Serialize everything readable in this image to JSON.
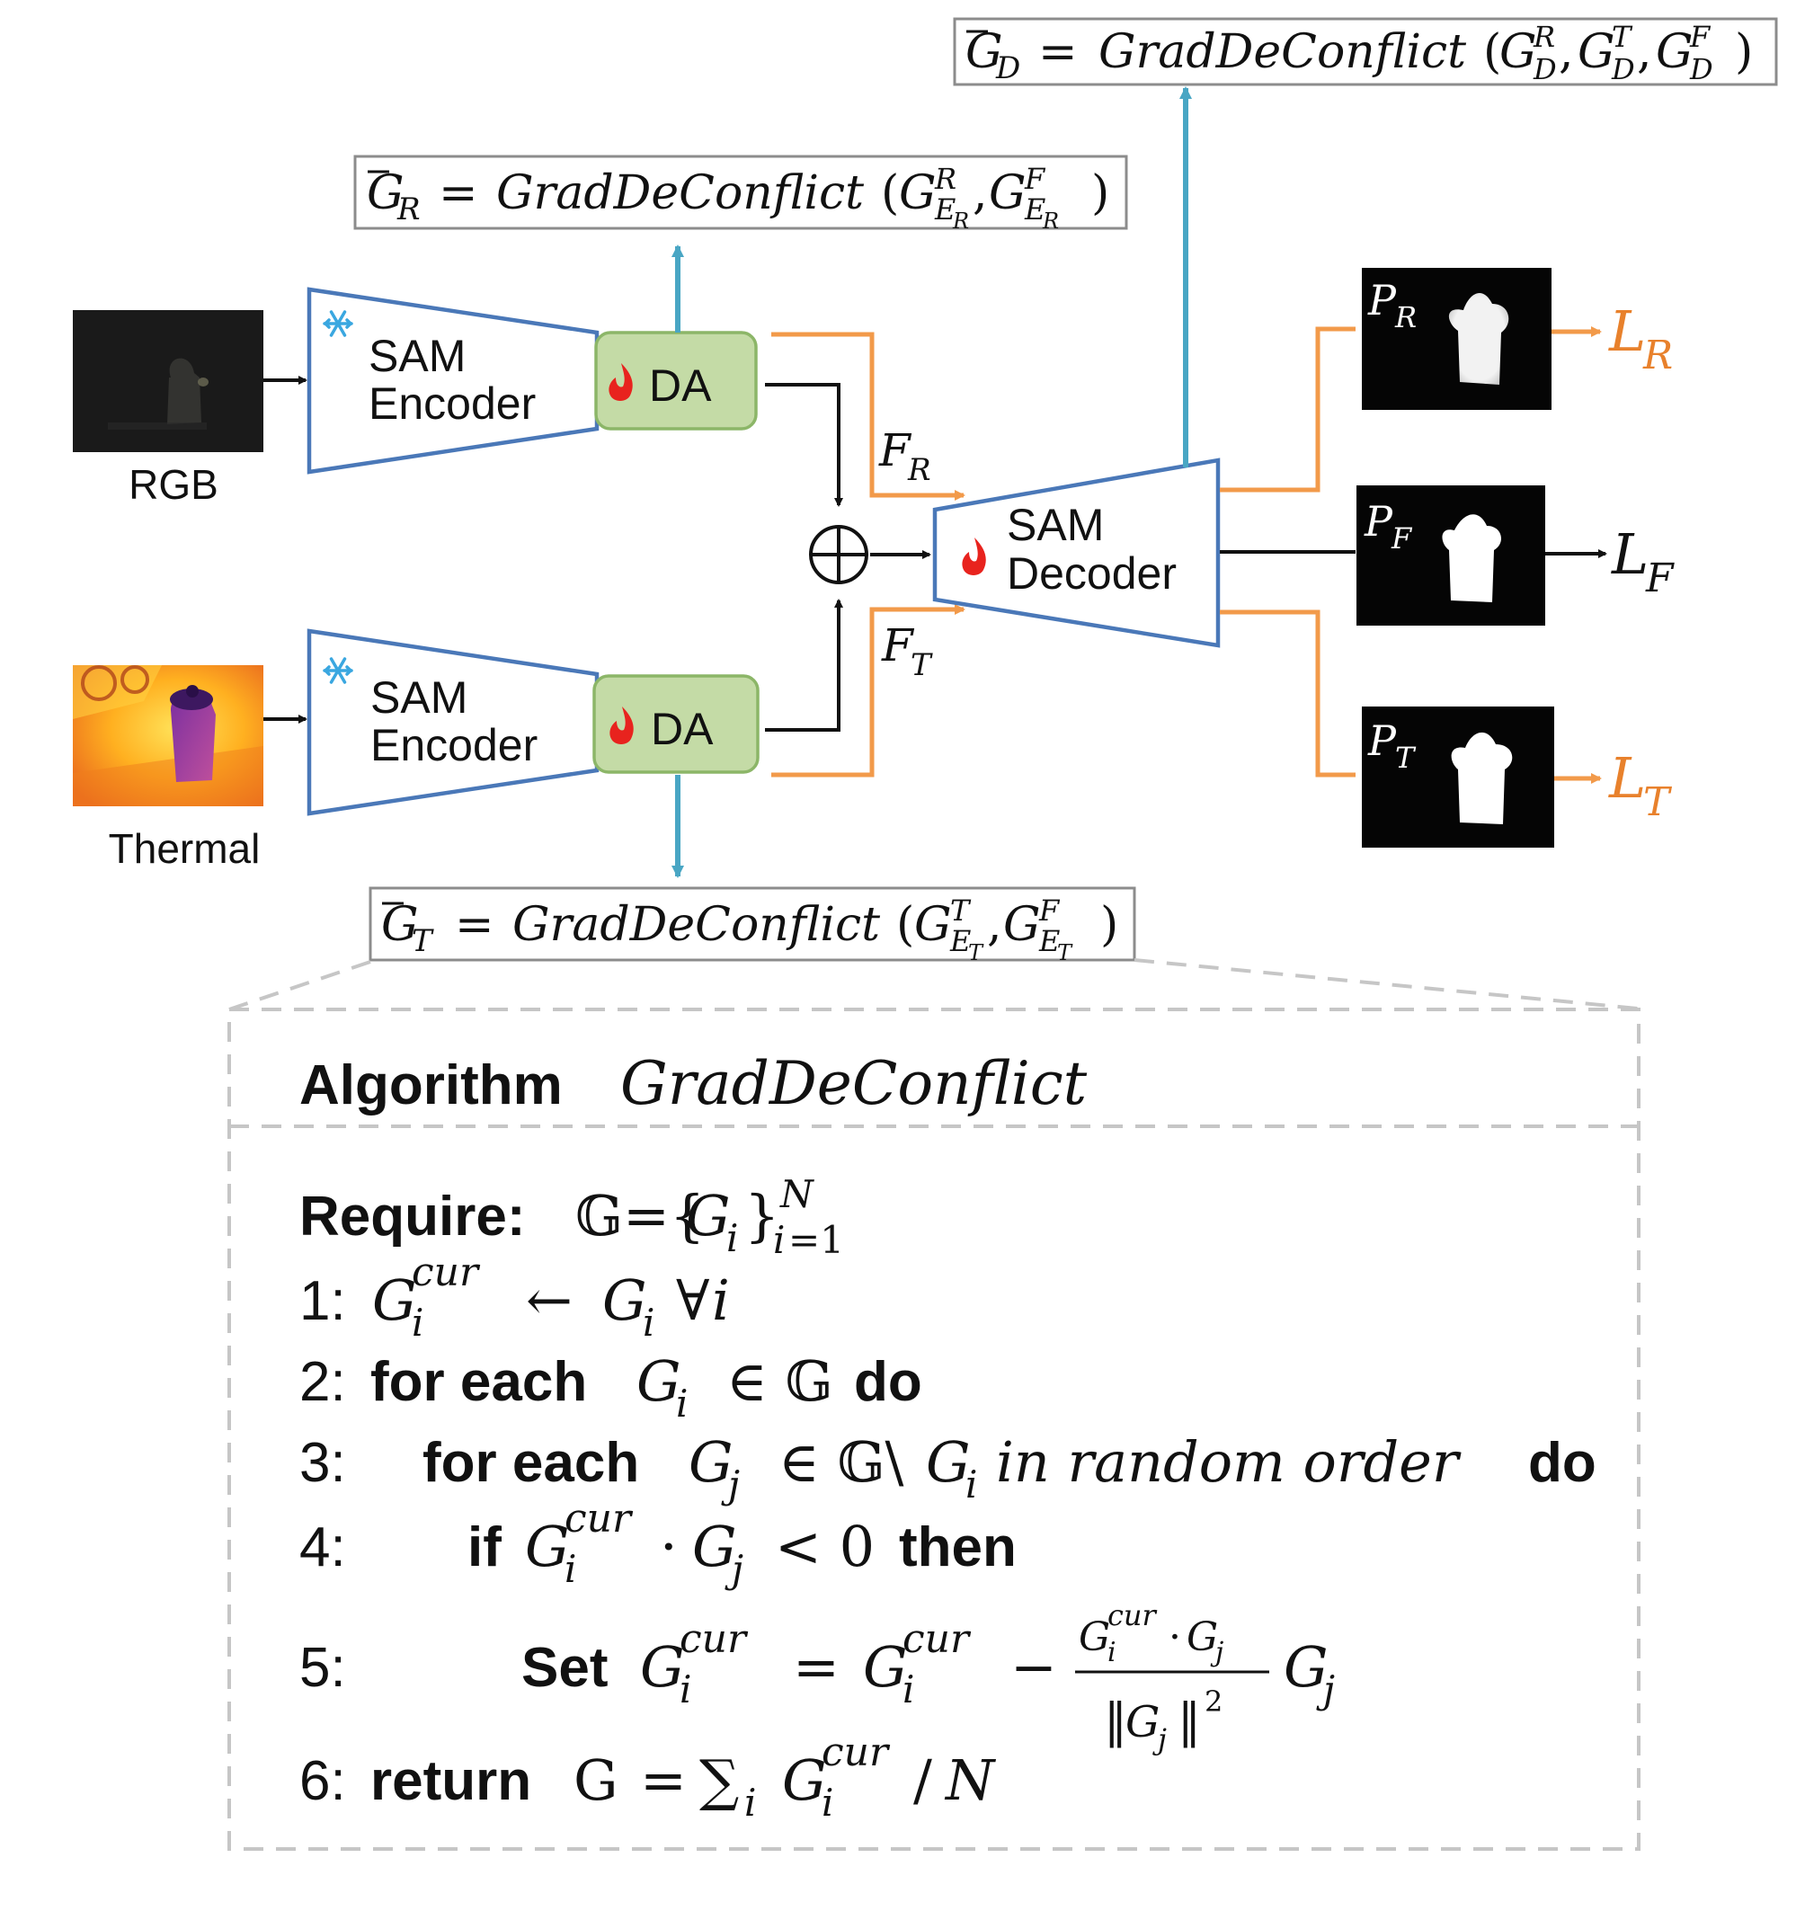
{
  "inputs": {
    "rgb_label": "RGB",
    "thermal_label": "Thermal"
  },
  "encoder": {
    "line1": "SAM",
    "line2": "Encoder"
  },
  "adapter": {
    "label": "DA"
  },
  "decoder": {
    "line1": "SAM",
    "line2": "Decoder"
  },
  "features": {
    "rgb": {
      "main": "F",
      "sub": "R"
    },
    "thermal": {
      "main": "F",
      "sub": "T"
    }
  },
  "fusion_symbol": "⊕",
  "predictions": [
    {
      "main": "P",
      "sub": "R",
      "loss_main": "L",
      "loss_sub": "R"
    },
    {
      "main": "P",
      "sub": "F",
      "loss_main": "L",
      "loss_sub": "F"
    },
    {
      "main": "P",
      "sub": "T",
      "loss_main": "L",
      "loss_sub": "T"
    }
  ],
  "gradient_formulas": {
    "decoder": {
      "lhs": "G",
      "lhs_sub": "D",
      "func": "GradDeConflict",
      "args": [
        {
          "g": "G",
          "sup": "R",
          "sub": "D"
        },
        {
          "g": "G",
          "sup": "T",
          "sub": "D"
        },
        {
          "g": "G",
          "sup": "F",
          "sub": "D"
        }
      ]
    },
    "rgb": {
      "lhs": "G",
      "lhs_sub": "R",
      "func": "GradDeConflict",
      "args": [
        {
          "g": "G",
          "sup": "R",
          "sub": "E",
          "subsub": "R"
        },
        {
          "g": "G",
          "sup": "F",
          "sub": "E",
          "subsub": "R"
        }
      ]
    },
    "thermal": {
      "lhs": "G",
      "lhs_sub": "T",
      "func": "GradDeConflict",
      "args": [
        {
          "g": "G",
          "sup": "T",
          "sub": "E",
          "subsub": "T"
        },
        {
          "g": "G",
          "sup": "F",
          "sub": "E",
          "subsub": "T"
        }
      ]
    }
  },
  "algorithm": {
    "keyword": "Algorithm",
    "name": "GradDeConflict",
    "require_kw": "Require:",
    "lines": [
      {
        "num": "1:"
      },
      {
        "num": "2:",
        "kw1": "for each",
        "kw2": "do"
      },
      {
        "num": "3:",
        "kw1": "for each",
        "phrase": "in random order",
        "kw2": "do"
      },
      {
        "num": "4:",
        "kw1": "if",
        "kw2": "then"
      },
      {
        "num": "5:",
        "kw1": "Set"
      },
      {
        "num": "6:",
        "kw1": "return"
      }
    ]
  },
  "colors": {
    "encoder_stroke": "#4a78b8",
    "adapter_fill": "#c4dba6",
    "adapter_stroke": "#8cb668",
    "orange": "#f29a4a",
    "loss_orange": "#e8812c",
    "cyan": "#49a6c4",
    "gray": "#8c8c8c",
    "dashed": "#c6c6c6",
    "flame": "#e8231e",
    "snow": "#3aa7e0"
  }
}
